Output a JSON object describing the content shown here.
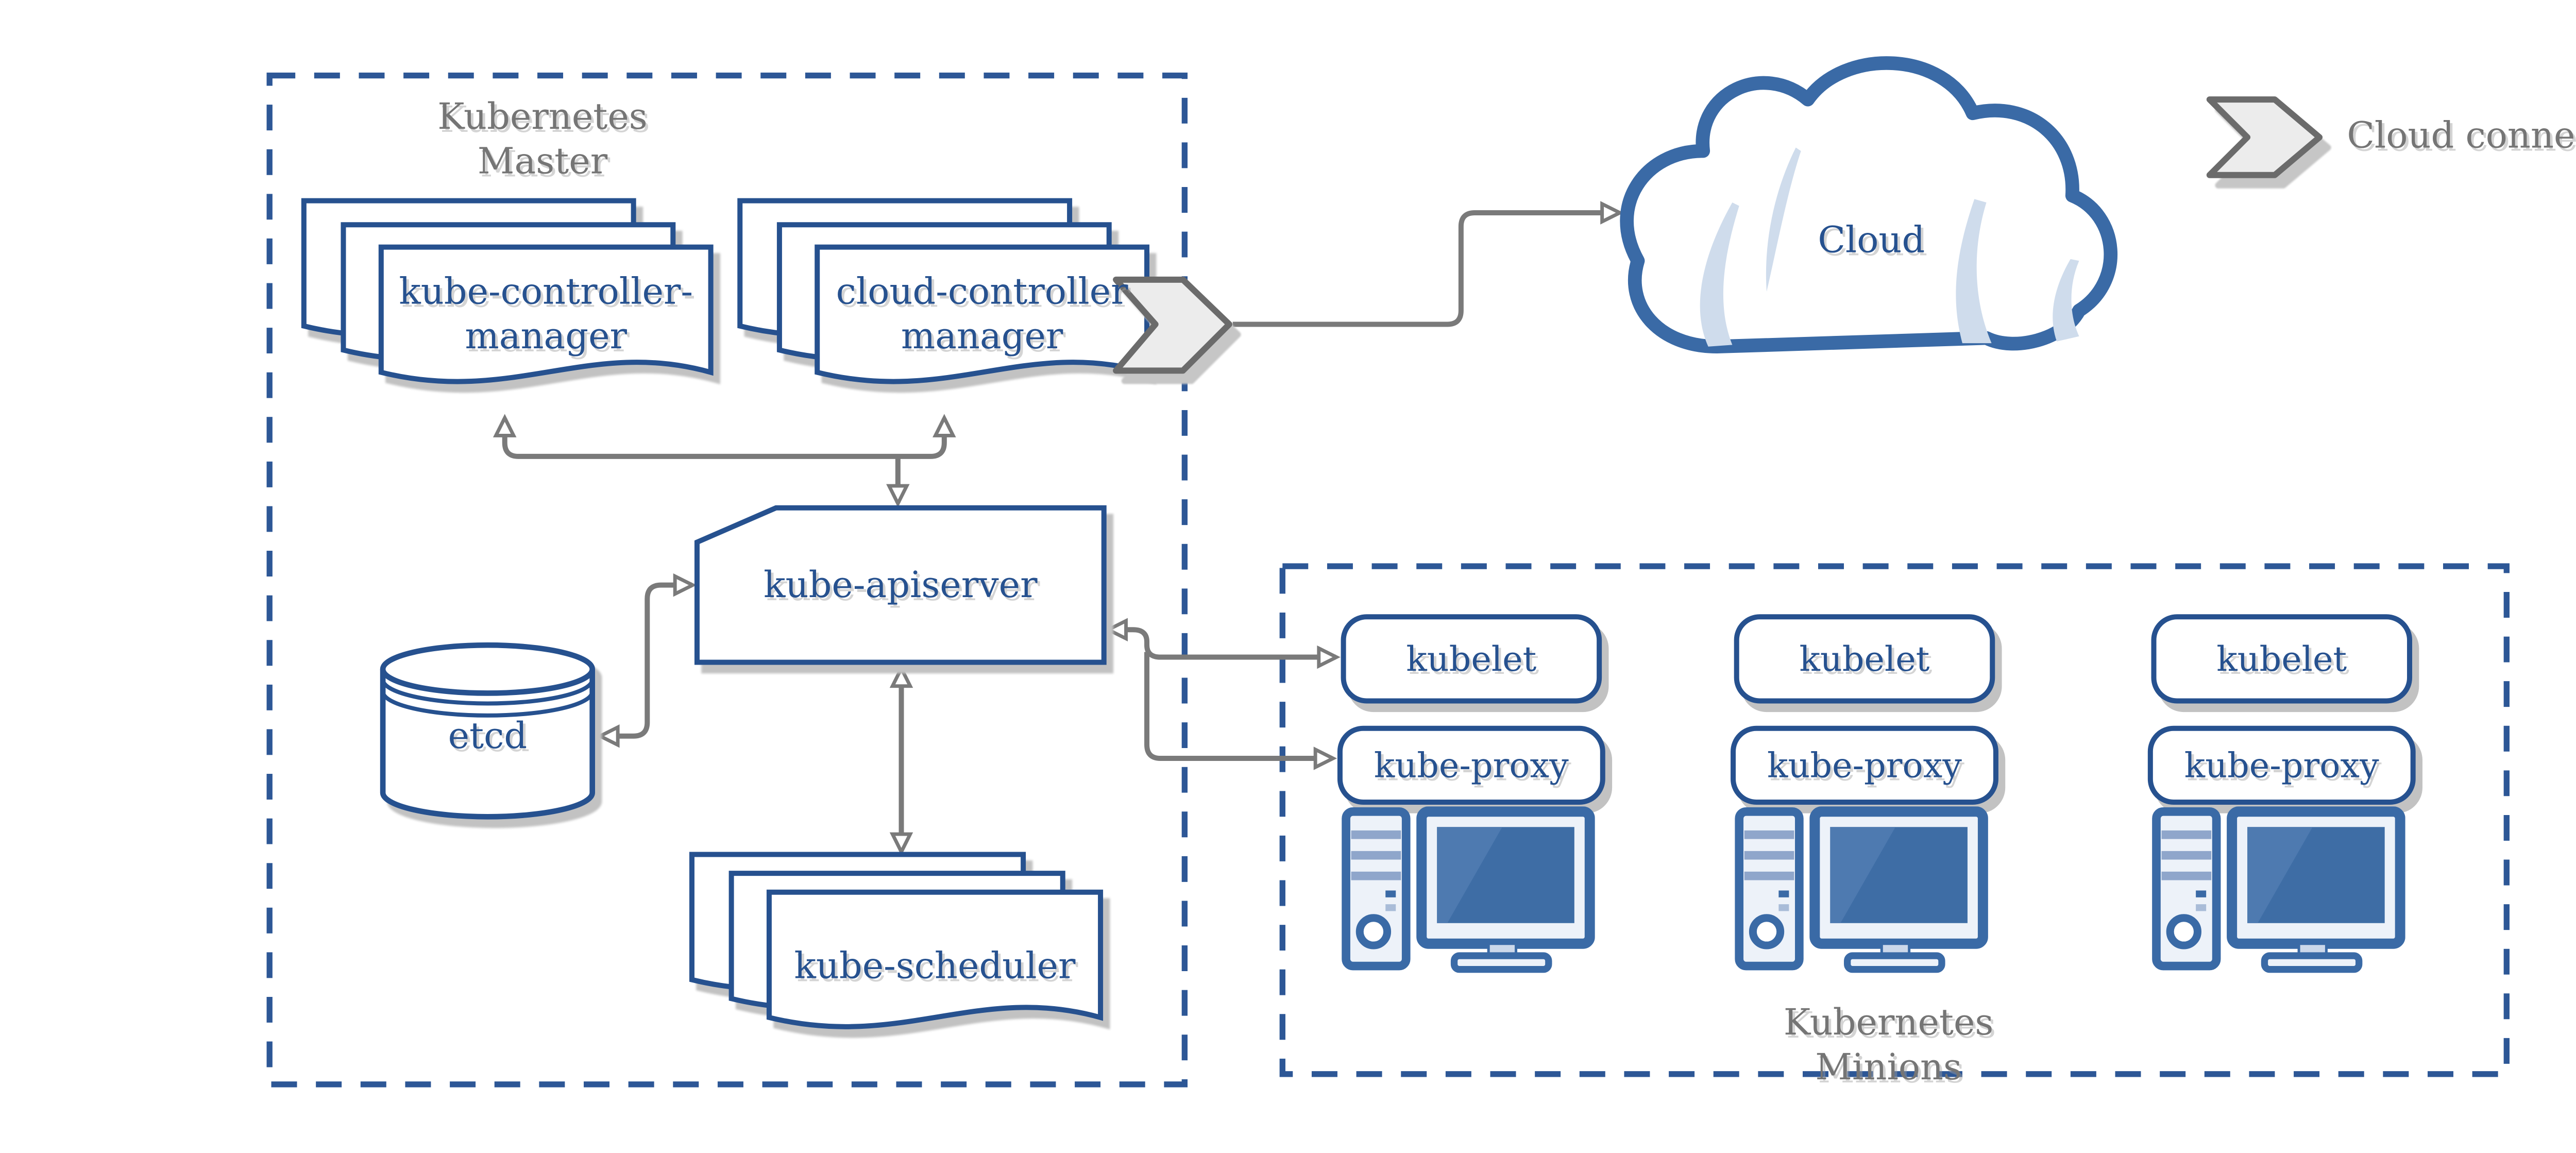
{
  "master": {
    "label_line1": "Kubernetes",
    "label_line2": "Master",
    "controller_stack": {
      "line1": "kube-controller-",
      "line2": "manager"
    },
    "cloud_stack": {
      "line1": "cloud-controller",
      "line2": "manager"
    },
    "apiserver_label": "kube-apiserver",
    "etcd_label": "etcd",
    "scheduler_label": "kube-scheduler"
  },
  "cloud": {
    "label": "Cloud"
  },
  "legend": {
    "cloud_connector_label": "Cloud connector"
  },
  "minions": {
    "label_line1": "Kubernetes",
    "label_line2": "Minions",
    "nodes": [
      {
        "kubelet": "kubelet",
        "kube_proxy": "kube-proxy"
      },
      {
        "kubelet": "kubelet",
        "kube_proxy": "kube-proxy"
      },
      {
        "kubelet": "kubelet",
        "kube_proxy": "kube-proxy"
      }
    ]
  },
  "colors": {
    "primary_blue": "#26518f",
    "dashed_border_blue": "#2d5796",
    "steel_blue": "#3a6aa6",
    "screen_blue": "#3e6da5",
    "light_fill": "#edf2f9",
    "arrow_gray": "#7a7a7a",
    "label_gray": "#757575",
    "connector_fill": "#ececec",
    "connector_stroke": "#6b6b6b",
    "shadow_gray": "#c2c2c2"
  }
}
